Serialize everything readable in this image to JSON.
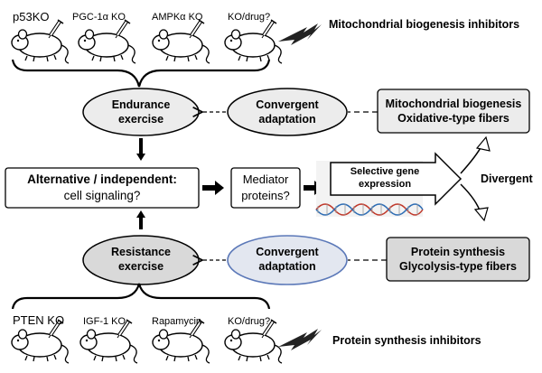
{
  "top_row": {
    "labels": [
      "p53KO",
      "PGC-1α KO",
      "AMPKα KO",
      "KO/drug?"
    ],
    "inhibitor_label": "Mitochondrial biogenesis inhibitors"
  },
  "bottom_row": {
    "labels": [
      "PTEN KO",
      "IGF-1 KO",
      "Rapamycin",
      "KO/drug?"
    ],
    "inhibitor_label": "Protein synthesis inhibitors"
  },
  "endurance": {
    "line1": "Endurance",
    "line2": "exercise"
  },
  "resistance": {
    "line1": "Resistance",
    "line2": "exercise"
  },
  "convergent_top": {
    "line1": "Convergent",
    "line2": "adaptation"
  },
  "convergent_bottom": {
    "line1": "Convergent",
    "line2": "adaptation"
  },
  "mito_box": {
    "line1": "Mitochondrial biogenesis",
    "line2": "Oxidative-type fibers"
  },
  "protein_box": {
    "line1": "Protein synthesis",
    "line2": "Glycolysis-type fibers"
  },
  "alt_box": {
    "line1": "Alternative / independent:",
    "line2": "cell signaling?"
  },
  "mediator_box": {
    "line1": "Mediator",
    "line2": "proteins?"
  },
  "gene_arrow": {
    "line1": "Selective gene",
    "line2": "expression"
  },
  "divergent_label": "Divergent",
  "colors": {
    "gray_fill": "#d9d9d9",
    "light_fill": "#ececec",
    "blue_fill": "#e3e7f0",
    "blue_stroke": "#5b78b8"
  }
}
